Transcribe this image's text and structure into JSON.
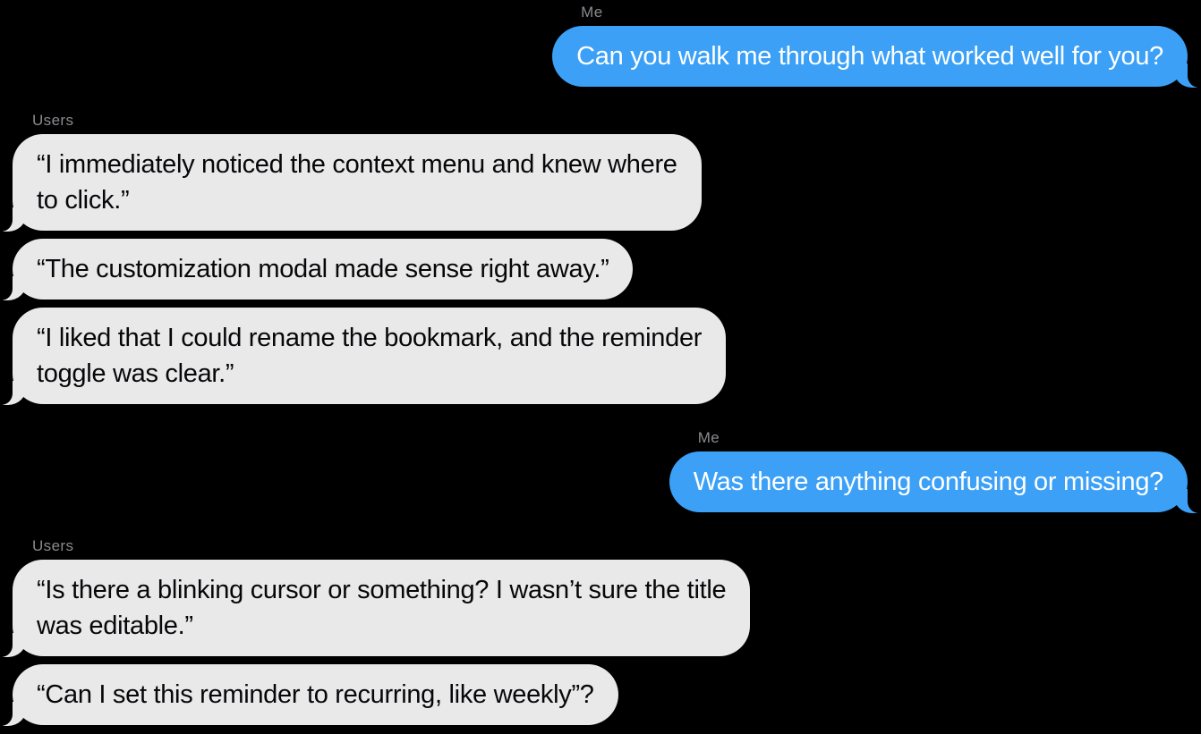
{
  "page": {
    "background": "#000000",
    "type": "messaging-conversation"
  },
  "colors": {
    "me_bubble": "#3BA0F6",
    "them_bubble": "#E9E9EA",
    "me_text": "#FFFFFF",
    "them_text": "#070709",
    "sender_label": "#8B8B90"
  },
  "conversation": {
    "groups": [
      {
        "sender": "Me",
        "side": "right",
        "messages": [
          "Can you walk me through what worked well for you?"
        ]
      },
      {
        "sender": "Users",
        "side": "left",
        "messages": [
          "“I immediately noticed the context menu and knew where\nto click.”",
          "“The customization modal made sense right away.”",
          "“I liked that I could rename the bookmark, and the reminder\ntoggle was clear.”"
        ]
      },
      {
        "sender": "Me",
        "side": "right",
        "messages": [
          "Was there anything confusing or missing?"
        ]
      },
      {
        "sender": "Users",
        "side": "left",
        "messages": [
          "“Is there a blinking cursor or something? I wasn’t sure the title\nwas editable.”",
          "“Can I set this reminder to recurring, like weekly”?"
        ]
      }
    ]
  }
}
